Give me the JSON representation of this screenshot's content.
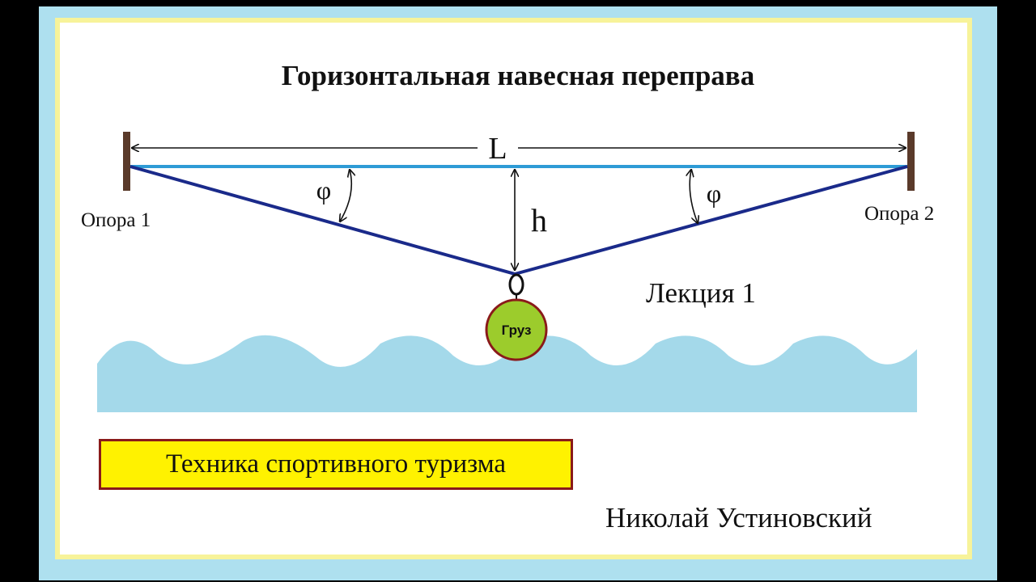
{
  "title": "Горизонтальная навесная переправа",
  "labels": {
    "span": "L",
    "sag": "h",
    "angle_left": "φ",
    "angle_right": "φ",
    "support_left": "Опора 1",
    "support_right": "Опора 2",
    "load": "Груз",
    "lecture": "Лекция 1",
    "course": "Техника спортивного туризма",
    "author": "Николай Устиновский"
  },
  "colors": {
    "frame": "#f7f39a",
    "background_outer": "#aee0ef",
    "water": "#a4d9ea",
    "rope_straight": "#2e9bd6",
    "rope_sagged": "#1a2a8a",
    "load_fill": "#9ccc2c",
    "load_border": "#8a1a1a",
    "course_box_fill": "#fff200",
    "course_box_border": "#8a1a1a"
  }
}
